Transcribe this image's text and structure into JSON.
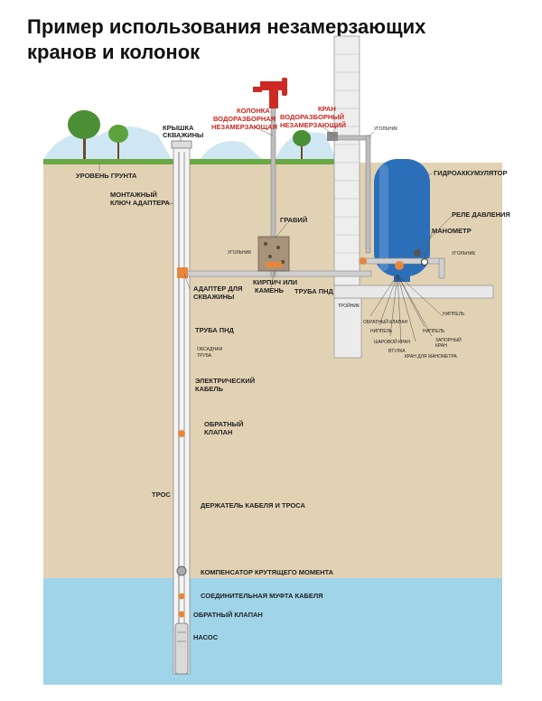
{
  "title_line1": "Пример использования незамерзающих",
  "title_line2": "кранов и колонок",
  "labels": {
    "ground_level": "УРОВЕНЬ ГРУНТА",
    "well_cap_1": "КРЫШКА",
    "well_cap_2": "СКВАЖИНЫ",
    "hydrant_1": "КОЛОНКА",
    "hydrant_2": "ВОДОРАЗБОРНАЯ",
    "hydrant_3": "НЕЗАМЕРЗАЮЩАЯ",
    "faucet_1": "КРАН",
    "faucet_2": "ВОДОРАЗБОРНЫЙ",
    "faucet_3": "НЕЗАМЕРЗАЮЩИЙ",
    "elbow_top": "УГОЛЬНИК",
    "accumulator": "ГИДРОАККУМУЛЯТОР",
    "mount_key_1": "МОНТАЖНЫЙ",
    "mount_key_2": "КЛЮЧ АДАПТЕРА",
    "gravel": "ГРАВИЙ",
    "pressure_switch": "РЕЛЕ ДАВЛЕНИЯ",
    "manometer": "МАНОМЕТР",
    "elbow_small_left": "УГОЛЬНИК",
    "elbow_small_right": "УГОЛЬНИК",
    "brick_1": "КИРПИЧ ИЛИ",
    "brick_2": "КАМЕНЬ",
    "hdpe_pipe_h": "ТРУБА ПНД",
    "adapter_1": "АДАПТЕР ДЛЯ",
    "adapter_2": "СКВАЖИНЫ",
    "threshold": "ТРОЙНИК",
    "nipple_r": "НИППЕЛЬ",
    "check_valve_s": "ОБРАТНЫЙ КЛАПАН",
    "nipple_m": "НИППЕЛЬ",
    "shutoff_1": "ЗАПОРНЫЙ",
    "shutoff_2": "КРАН",
    "ball_valve": "ШАРОВОЙ КРАН",
    "nipple_b": "НИППЕЛЬ",
    "drain_valve": "КРАН ДЛЯ МАНОМЕТРА",
    "bushing": "ВТУЛКА",
    "hdpe_pipe_v": "ТРУБА ПНД",
    "casing_1": "ОБСАДНАЯ",
    "casing_2": "ТРУБА",
    "cable_1": "ЭЛЕКТРИЧЕСКИЙ",
    "cable_2": "КАБЕЛЬ",
    "check_valve1_1": "ОБРАТНЫЙ",
    "check_valve1_2": "КЛАПАН",
    "rope": "ТРОС",
    "holder": "ДЕРЖАТЕЛЬ КАБЕЛЯ И ТРОСА",
    "torque": "КОМПЕНСАТОР КРУТЯЩЕГО МОМЕНТА",
    "coupling": "СОЕДИНИТЕЛЬНАЯ МУФТА КАБЕЛЯ",
    "check_valve2": "ОБРАТНЫЙ КЛАПАН",
    "pump": "НАСОС"
  },
  "colors": {
    "soil": "#e2d2b4",
    "water": "#9fd4e9",
    "tank": "#2b6fb8",
    "valve": "#e8873c",
    "hydrant": "#cc2a22"
  }
}
